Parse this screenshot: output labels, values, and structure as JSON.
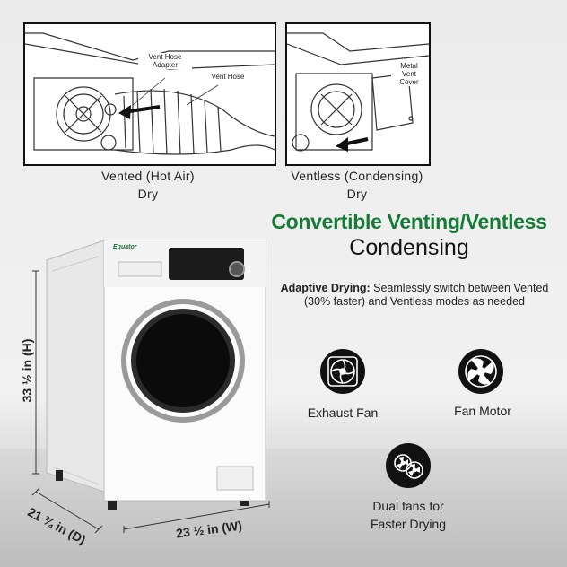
{
  "diagrams": {
    "vented": {
      "label_adapter": "Vent Hose\nAdapter",
      "label_hose": "Vent Hose",
      "caption_line1": "Vented (Hot Air)",
      "caption_line2": "Dry"
    },
    "ventless": {
      "label_cover": "Metal\nVent\nCover",
      "caption_line1": "Ventless (Condensing)",
      "caption_line2": "Dry"
    }
  },
  "headline": {
    "green": "Convertible Venting/Ventless",
    "black": "Condensing"
  },
  "description": {
    "bold": "Adaptive Drying:",
    "text": " Seamlessly switch between Vented (30% faster) and Ventless modes as needed"
  },
  "features": [
    {
      "icon": "exhaust-fan-icon",
      "label": "Exhaust Fan"
    },
    {
      "icon": "fan-motor-icon",
      "label": "Fan Motor"
    },
    {
      "icon": "dual-fans-icon",
      "label": "Dual fans for\nFaster Drying"
    }
  ],
  "brand": "Equator",
  "dimensions": {
    "height": "33 ½ in (H)",
    "depth": "21 ¾ in (D)",
    "width": "23 ½ in (W)"
  },
  "colors": {
    "headline_green": "#157a35",
    "icon_fill": "#111111"
  }
}
